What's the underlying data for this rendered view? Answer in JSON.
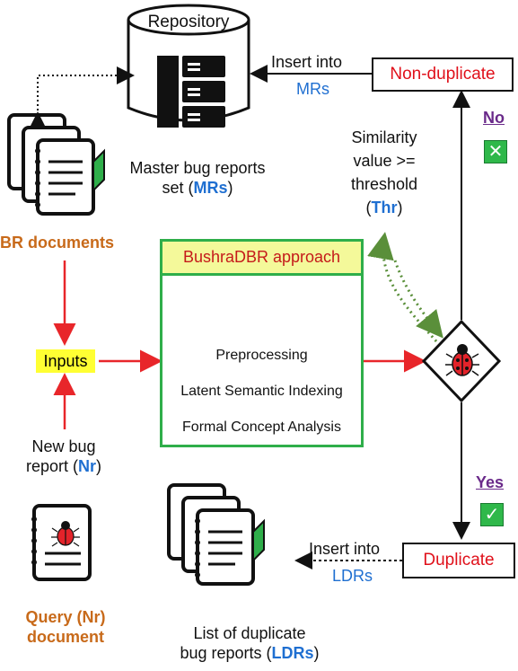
{
  "repository": {
    "title": "Repository",
    "caption_line1": "Master bug reports",
    "caption_line2_prefix": "set (",
    "caption_highlight": "MRs",
    "caption_line2_suffix": ")"
  },
  "br_documents": {
    "label": "BR documents"
  },
  "inputs": {
    "label": "Inputs"
  },
  "new_bug": {
    "line1": "New bug",
    "line2_prefix": "report (",
    "highlight": "Nr",
    "line2_suffix": ")"
  },
  "query_doc": {
    "line1": "Query (Nr)",
    "line2": "document"
  },
  "approach": {
    "title": "BushraDBR approach",
    "steps": [
      "Preprocessing",
      "Latent Semantic Indexing",
      "Formal Concept Analysis"
    ]
  },
  "similarity": {
    "line1": "Similarity",
    "line2": "value >=",
    "line3": "threshold",
    "line4_prefix": "(",
    "highlight": "Thr",
    "line4_suffix": ")"
  },
  "non_duplicate": {
    "label": "Non-duplicate",
    "insert_label": "Insert into",
    "target": "MRs"
  },
  "duplicate": {
    "label": "Duplicate",
    "insert_label": "Insert into",
    "target": "LDRs"
  },
  "decision": {
    "no_label": "No",
    "yes_label": "Yes",
    "check": "✕",
    "tick": "✓"
  },
  "ldr_list": {
    "line1": "List of duplicate",
    "line2_prefix": "bug reports (",
    "highlight": "LDRs",
    "line2_suffix": ")"
  },
  "colors": {
    "red_arrow": "#e8262a",
    "green_dotted": "#5a8f3a",
    "box_green": "#2fae4a",
    "header_yellow": "#f4f99a",
    "highlight_blue": "#1f6fd1",
    "doc_orange": "#c86a1a"
  }
}
